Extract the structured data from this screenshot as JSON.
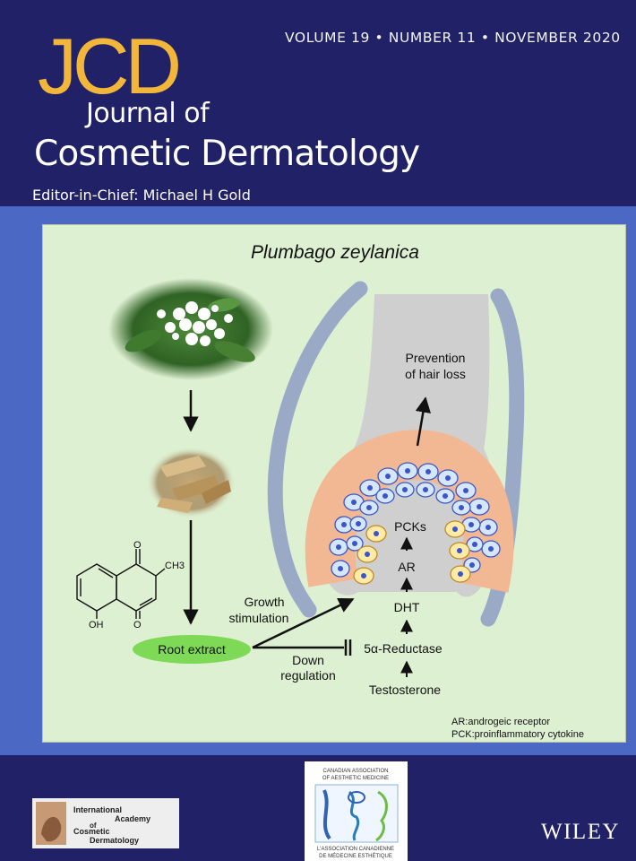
{
  "header": {
    "issue_line": "VOLUME 19 • NUMBER 11 • NOVEMBER 2020",
    "logo": "JCD",
    "title_line1": "Journal of",
    "title_line2": "Cosmetic Dermatology",
    "editor": "Editor-in-Chief: Michael H Gold"
  },
  "figure": {
    "title": "Plumbago zeylanica",
    "prevention_line1": "Prevention",
    "prevention_line2": "of hair loss",
    "chem_ch3": "CH3",
    "chem_oh": "OH",
    "chem_o": "O",
    "root_extract": "Root extract",
    "growth_line1": "Growth",
    "growth_line2": "stimulation",
    "down_line1": "Down",
    "down_line2": "regulation",
    "reductase": "5α-Reductase",
    "testosterone": "Testosterone",
    "dht": "DHT",
    "ar": "AR",
    "pcks": "PCKs",
    "legend_ar": "AR:androgeic receptor",
    "legend_pck": "PCK:proinflammatory cytokine"
  },
  "footer": {
    "iacd_line1": "International",
    "iacd_line2": "Academy",
    "iacd_line3": "of",
    "iacd_line4": "Cosmetic",
    "iacd_line5": "Dermatology",
    "caam_line1": "CANADIAN ASSOCIATION",
    "caam_line2": "OF AESTHETIC MEDICINE",
    "caam_line3": "L'ASSOCIATION CANADIENNE",
    "caam_line4": "DE MÉDECINE ESTHÉTIQUE",
    "publisher": "WILEY"
  },
  "colors": {
    "cover_bg": "#212167",
    "logo_gold": "#f2b63a",
    "panel_bg": "#def0d2",
    "band_blue": "#4b69c4",
    "root_extract_green": "#7ed957",
    "follicle_gray": "#cfcfcf",
    "sheath_blue": "#9aa9c6",
    "cell_nucleus": "#3b55c6"
  },
  "icons": [
    "flower-photo",
    "dried-root-photo",
    "plumbagin-structure",
    "hair-follicle-diagram",
    "iacd-portrait-logo",
    "caam-emblem"
  ]
}
